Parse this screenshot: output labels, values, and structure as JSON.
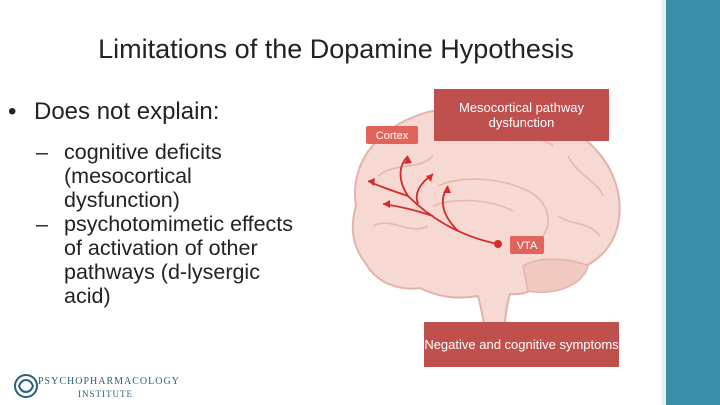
{
  "slide": {
    "title": "Limitations of the Dopamine Hypothesis",
    "bullet": "Does not explain:",
    "sub_items": [
      "cognitive deficits (mesocortical dysfunction)",
      "psychotomimetic effects of activation of other pathways (d-lysergic acid)"
    ]
  },
  "figure": {
    "label_cortex": "Cortex",
    "label_vta": "VTA",
    "caption_top": "Mesocortical pathway dysfunction",
    "caption_bottom": "Negative and cognitive symptoms"
  },
  "logo": {
    "line1": "PSYCHOPHARMACOLOGY",
    "line2": "INSTITUTE"
  },
  "colors": {
    "accent_bar": "#3a8fa8",
    "caption_bg": "#c0504d",
    "pathway": "#d62a2a"
  }
}
